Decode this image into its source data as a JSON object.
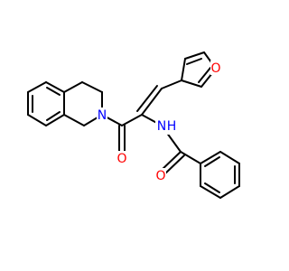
{
  "molecule": {
    "atom_labels": {
      "furan_oxygen": "O",
      "amide_nitrogen": "N",
      "amide_hydrogen": "H",
      "ring_nitrogen": "N",
      "ketone_oxygen": "O",
      "benzoyl_oxygen": "O"
    },
    "colors": {
      "bond": "#000000",
      "oxygen": "#ff0000",
      "nitrogen": "#0000ff",
      "background": "#ffffff"
    }
  }
}
